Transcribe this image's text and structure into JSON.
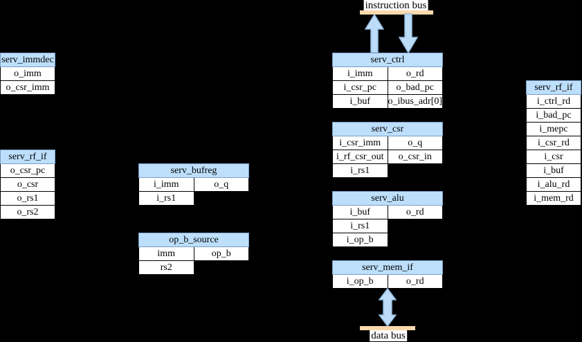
{
  "colors": {
    "background": "#000000",
    "module_header_fill": "#bddffb",
    "module_header_border": "#7a9cc6",
    "cell_fill": "#ffffff",
    "cell_border": "#000000",
    "arrow_fill": "#bcdcf7",
    "arrow_stroke": "#94bcdf",
    "bus_bar_fill": "#fbd9ad",
    "bus_label_bg": "#ffffff",
    "text": "#000000"
  },
  "buses": {
    "instruction": {
      "label": "instruction bus"
    },
    "data": {
      "label": "data bus"
    }
  },
  "modules": {
    "serv_immdec": {
      "title": "serv_immdec",
      "rows": [
        [
          "o_imm"
        ],
        [
          "o_csr_imm"
        ]
      ]
    },
    "serv_rf_if_left": {
      "title": "serv_rf_if",
      "rows": [
        [
          "o_csr_pc"
        ],
        [
          "o_csr"
        ],
        [
          "o_rs1"
        ],
        [
          "o_rs2"
        ]
      ]
    },
    "serv_bufreg": {
      "title": "serv_bufreg",
      "rows": [
        [
          "i_imm",
          "o_q"
        ],
        [
          "i_rs1"
        ]
      ]
    },
    "op_b_source": {
      "title": "op_b_source",
      "rows": [
        [
          "imm",
          "op_b"
        ],
        [
          "rs2"
        ]
      ]
    },
    "serv_ctrl": {
      "title": "serv_ctrl",
      "rows": [
        [
          "i_imm",
          "o_rd"
        ],
        [
          "i_csr_pc",
          "o_bad_pc"
        ],
        [
          "i_buf",
          "o_ibus_adr[0]"
        ]
      ]
    },
    "serv_csr": {
      "title": "serv_csr",
      "rows": [
        [
          "i_csr_imm",
          "o_q"
        ],
        [
          "i_rf_csr_out",
          "o_csr_in"
        ],
        [
          "i_rs1"
        ]
      ]
    },
    "serv_alu": {
      "title": "serv_alu",
      "rows": [
        [
          "i_buf",
          "o_rd"
        ],
        [
          "i_rs1"
        ],
        [
          "i_op_b"
        ]
      ]
    },
    "serv_mem_if": {
      "title": "serv_mem_if",
      "rows": [
        [
          "i_op_b",
          "o_rd"
        ]
      ]
    },
    "serv_rf_if_right": {
      "title": "serv_rf_if",
      "rows": [
        [
          "i_ctrl_rd"
        ],
        [
          "i_bad_pc"
        ],
        [
          "i_mepc"
        ],
        [
          "i_csr_rd"
        ],
        [
          "i_csr"
        ],
        [
          "i_buf"
        ],
        [
          "i_alu_rd"
        ],
        [
          "i_mem_rd"
        ]
      ]
    }
  }
}
